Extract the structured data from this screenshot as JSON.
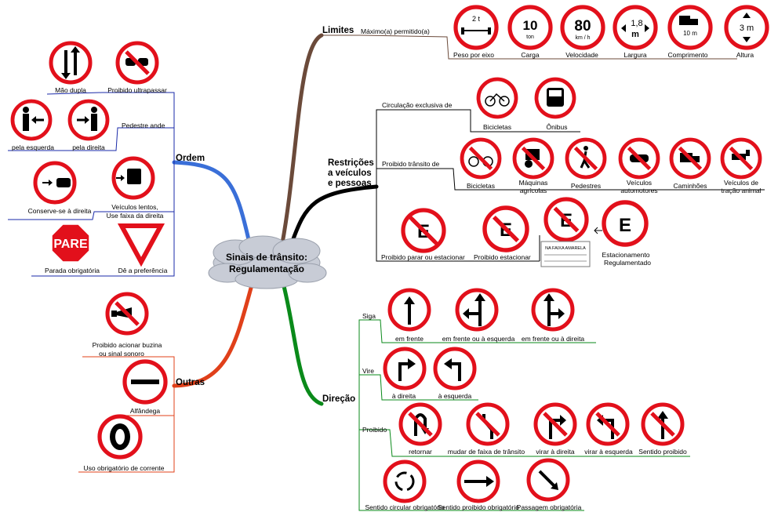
{
  "center": {
    "line1": "Sinais de trânsito:",
    "line2": "Regulamentação"
  },
  "branches": {
    "limites": "Limites",
    "restricoes": [
      "Restrições",
      "a veículos",
      "e pessoas"
    ],
    "direcao": "Direção",
    "ordem": "Ordem",
    "outras": "Outras"
  },
  "limites": {
    "sub": "Máximo(a) permitido(a)",
    "items": [
      "Peso por eixo",
      "Carga",
      "Velocidade",
      "Largura",
      "Comprimento",
      "Altura"
    ],
    "sign_text": {
      "peso": "2 t",
      "carga_num": "10",
      "carga_unit": "ton",
      "vel_num": "80",
      "vel_unit": "km / h",
      "larg_num": "1,8",
      "larg_unit": "m",
      "comp": "10 m",
      "alt": "3 m"
    }
  },
  "restricoes": {
    "circ_excl": "Circulação exclusiva de",
    "circ_items": [
      "Bicicletas",
      "Ônibus"
    ],
    "proib_transito": "Proibido trânsito de",
    "proib_items": [
      "Bicicletas",
      "Máquinas agrícolas",
      "Pedestres",
      "Veículos automotores",
      "Caminhões",
      "Veículos de tração animal"
    ],
    "parar": "Proibido parar ou estacionar",
    "estacionar": "Proibido estacionar",
    "reg": [
      "Estacionamento",
      "Regulamentado"
    ],
    "sign_letter": "E",
    "plaque": "NA FAIXA AMARELA"
  },
  "direcao": {
    "siga": "Siga",
    "siga_items": [
      "em frente",
      "em frente ou à esquerda",
      "em frente ou à direita"
    ],
    "vire": "Vire",
    "vire_items": [
      "à direita",
      "à esquerda"
    ],
    "proibido": "Proibido",
    "proib_items": [
      "retornar",
      "mudar de faixa de trânsito",
      "virar à direita",
      "virar à esquerda",
      "Sentido proibido"
    ],
    "obrig_items": [
      "Sentido circular obrigatório",
      "Sentido proibido obrigatório",
      "Passagem obrigatória"
    ]
  },
  "ordem": {
    "items": [
      "Mão dupla",
      "Proibido ultrapassar",
      "Pedestre ande",
      "pela esquerda",
      "pela direita",
      "Conserve-se à direita",
      "Veículos lentos,",
      "Use faixa da direita",
      "Parada obrigatória",
      "Dê a preferência"
    ],
    "pare": "PARE"
  },
  "outras": {
    "buzina": [
      "Proibido acionar buzina",
      "ou sinal sonoro"
    ],
    "alfandega": "Alfândega",
    "corrente": "Uso obrigatório de corrente"
  },
  "colors": {
    "red": "#e2101b",
    "limites": "#6b4a3a",
    "restricoes": "#000000",
    "direcao": "#0a8a1a",
    "ordem": "#3a6fd8",
    "outras": "#e0401a",
    "sub_line": "#1a2aa8"
  }
}
